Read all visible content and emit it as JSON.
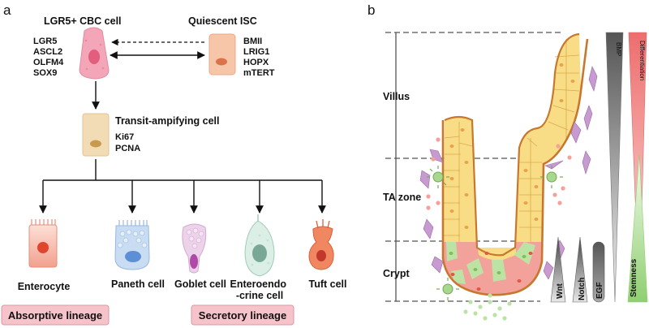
{
  "panels": {
    "a": "a",
    "b": "b"
  },
  "stem_cells": {
    "cbc": {
      "title": "LGR5+ CBC cell",
      "markers": [
        "LGR5",
        "ASCL2",
        "OLFM4",
        "SOX9"
      ]
    },
    "quiescent": {
      "title": "Quiescent ISC",
      "markers": [
        "BMII",
        "LRIG1",
        "HOPX",
        "mTERT"
      ]
    },
    "transit": {
      "title": "Transit-ampifying cell",
      "markers": [
        "Ki67",
        "PCNA"
      ]
    }
  },
  "cell_types": [
    {
      "label": "Enterocyte"
    },
    {
      "label": "Paneth cell"
    },
    {
      "label": "Goblet cell"
    },
    {
      "label": "Enteroendo\n-crine cell"
    },
    {
      "label": "Tuft cell"
    }
  ],
  "lineages": {
    "absorptive": "Absorptive lineage",
    "secretory": "Secretory lineage"
  },
  "zones": {
    "villus": "Villus",
    "ta": "TA zone",
    "crypt": "Crypt"
  },
  "gradients": {
    "bmp": "BMP",
    "differentiation": "Differentiation",
    "stemness": "Stemness",
    "wnt": "Wnt",
    "notch": "Notch",
    "egf": "EGF"
  },
  "colors": {
    "cbc_cell": "#f3a6b8",
    "quiescent_cell": "#f7c6a8",
    "transit_cell": "#f2dcb5",
    "epithelium": "#f9dd86",
    "crypt_red": "#f3a29b",
    "crypt_green": "#bde3a4",
    "outline": "#c8772f",
    "lineage_box": "#f7c3cb",
    "differentiation": "#f17b7b",
    "stemness": "#a8d88e"
  }
}
